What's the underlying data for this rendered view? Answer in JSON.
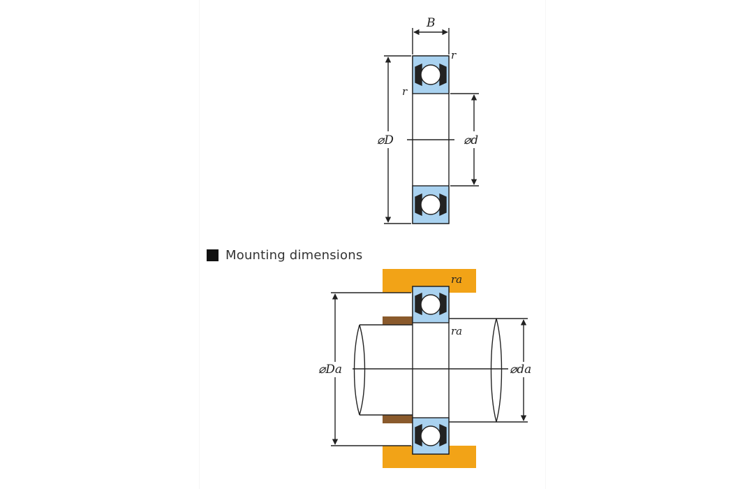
{
  "labels": {
    "width": "B",
    "radius": "r",
    "outer_diameter": "⌀D",
    "inner_diameter": "⌀d",
    "housing_radius": "ra",
    "shaft_radius": "ra",
    "housing_diameter": "⌀Da",
    "shaft_diameter": "⌀da"
  },
  "section": {
    "heading": "Mounting dimensions"
  },
  "colors": {
    "ring_fill": "#a9d2f0",
    "housing_fill": "#f2a317",
    "shoulder_fill": "#8a5a2c",
    "ball_fill": "#ffffff",
    "line": "#222222"
  }
}
